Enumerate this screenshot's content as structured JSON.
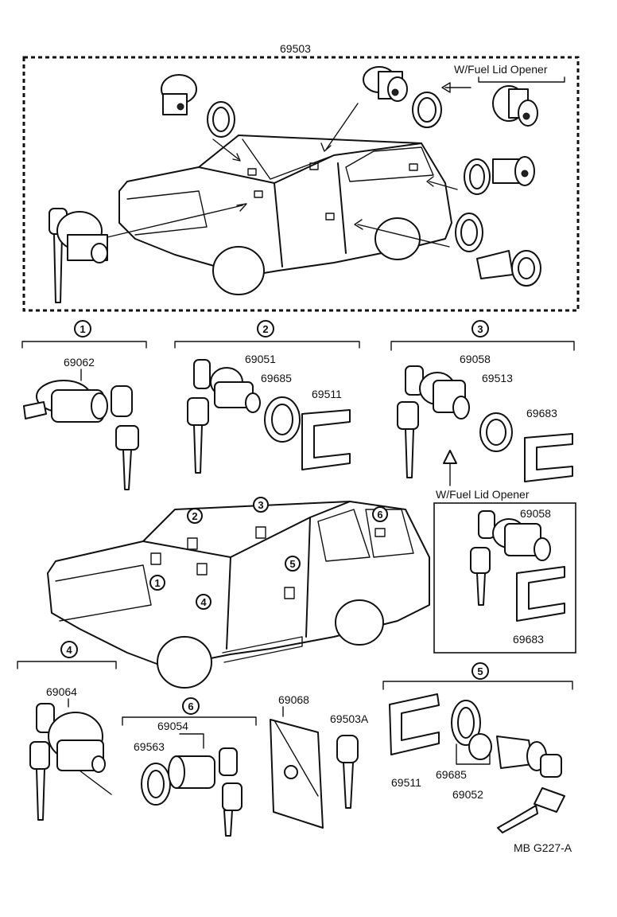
{
  "top_group": {
    "label": "69503",
    "fuel_lid_note": "W/Fuel Lid Opener"
  },
  "groups": [
    {
      "number": "1",
      "parts": [
        "69062"
      ]
    },
    {
      "number": "2",
      "parts": [
        "69051",
        "69685",
        "69511"
      ]
    },
    {
      "number": "3",
      "parts": [
        "69058",
        "69513",
        "69683"
      ]
    },
    {
      "number": "4",
      "parts": [
        "69064"
      ]
    },
    {
      "number": "5",
      "parts": [
        "69511",
        "69685",
        "69052"
      ]
    },
    {
      "number": "6",
      "parts": [
        "69054",
        "69563"
      ]
    }
  ],
  "fuel_lid_box": {
    "note": "W/Fuel Lid Opener",
    "parts": [
      "69058",
      "69683"
    ]
  },
  "extra_parts": [
    "69068",
    "69503A"
  ],
  "vehicle_callouts": [
    "1",
    "2",
    "3",
    "4",
    "5",
    "6"
  ],
  "drawing_code": "MB G227-A"
}
